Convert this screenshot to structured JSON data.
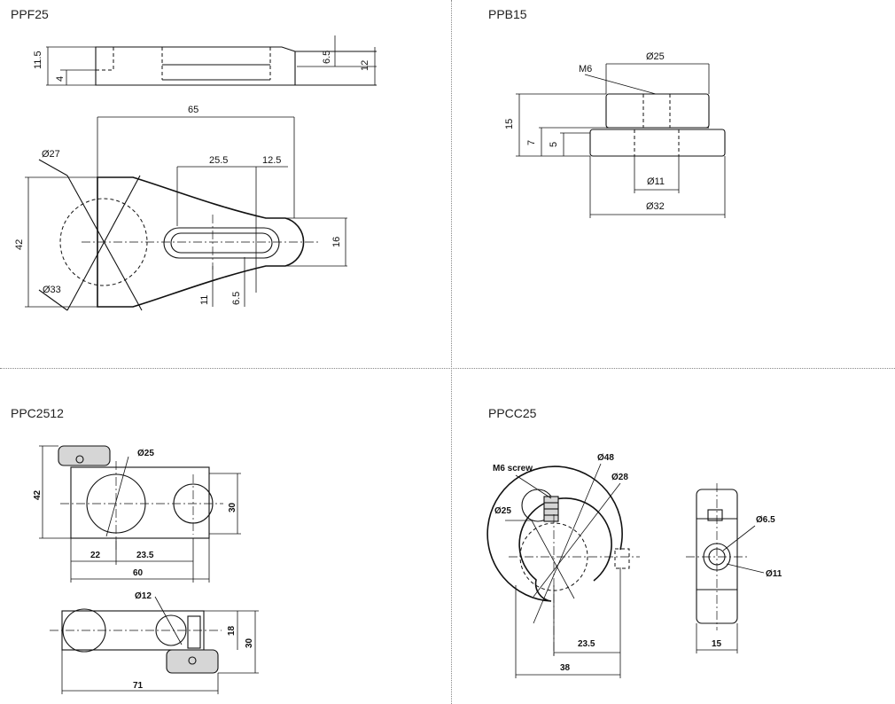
{
  "panels": {
    "ppf25": {
      "title": "PPF25",
      "dims": {
        "h_total": "11.5",
        "h_small": "4",
        "w_left": "6.5",
        "w_right": "12",
        "len": "65",
        "d27": "Ø27",
        "seg1": "25.5",
        "seg2": "12.5",
        "h42": "42",
        "d33": "Ø33",
        "h16": "16",
        "h11": "11",
        "h65": "6.5"
      }
    },
    "ppb15": {
      "title": "PPB15",
      "dims": {
        "m6": "M6",
        "d25": "Ø25",
        "h15": "15",
        "h7": "7",
        "h5": "5",
        "d11": "Ø11",
        "d32": "Ø32"
      }
    },
    "ppc2512": {
      "title": "PPC2512",
      "dims": {
        "d25": "Ø25",
        "h42": "42",
        "h30": "30",
        "w22": "22",
        "w235": "23.5",
        "w60": "60",
        "d12": "Ø12",
        "h18": "18",
        "h30b": "30",
        "w71": "71"
      }
    },
    "ppcc25": {
      "title": "PPCC25",
      "dims": {
        "screw": "M6 screw",
        "d48": "Ø48",
        "d28": "Ø28",
        "d25": "Ø25",
        "w235": "23.5",
        "w38": "38",
        "d65": "Ø6.5",
        "d11": "Ø11",
        "w15": "15"
      }
    }
  }
}
